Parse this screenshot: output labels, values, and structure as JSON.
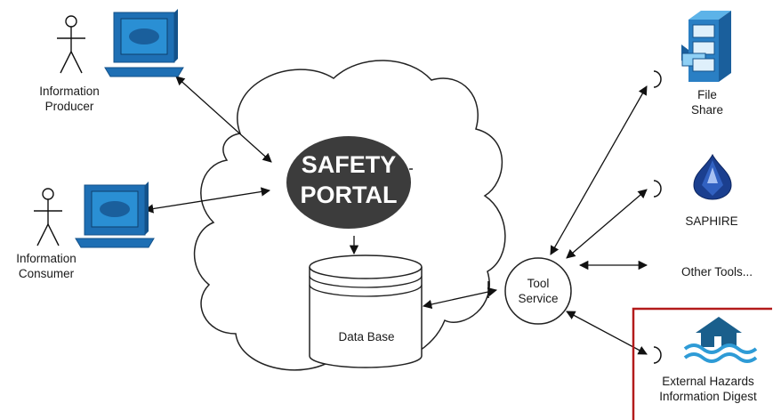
{
  "actors": {
    "producer": {
      "line1": "Information",
      "line2": "Producer"
    },
    "consumer": {
      "line1": "Information",
      "line2": "Consumer"
    }
  },
  "portal": {
    "line1": "SAFETY",
    "line2": "PORTAL"
  },
  "database": {
    "label": "Data Base"
  },
  "tool_service": {
    "line1": "Tool",
    "line2": "Service"
  },
  "tools": {
    "file_share": {
      "line1": "File",
      "line2": "Share"
    },
    "saphire": {
      "label": "SAPHIRE"
    },
    "other": {
      "label": "Other Tools..."
    },
    "external_hazards": {
      "line1": "External Hazards",
      "line2": "Information Digest"
    }
  },
  "colors": {
    "portal_fill": "#3c3c3c",
    "monitor_blue": "#1e6fb4",
    "monitor_screen": "#2a8fd4",
    "highlight_border": "#b31b1b",
    "cabinet_blue": "#2a7fc4",
    "house_blue": "#1a5f8c",
    "water_blue": "#2e9bd6",
    "gem_blue": "#1b3f8f"
  },
  "icons": [
    "person-icon",
    "computer-icon",
    "file-cabinet-icon",
    "gem-icon",
    "flooded-house-icon"
  ]
}
